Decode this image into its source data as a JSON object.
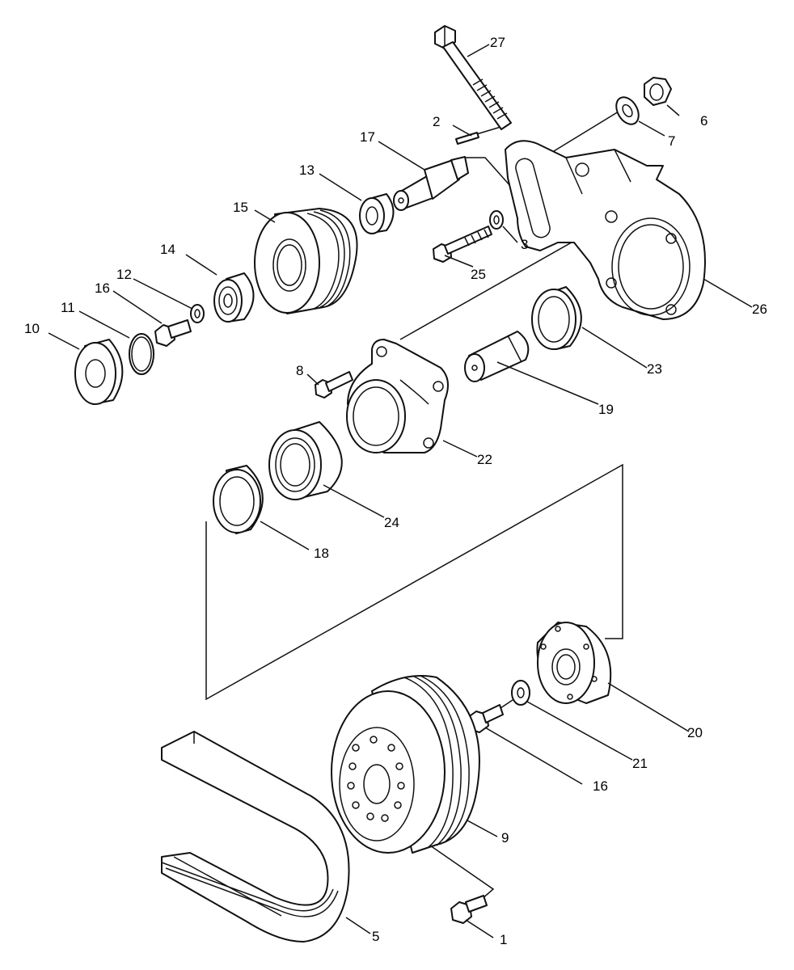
{
  "callouts": {
    "c1": "1",
    "c2": "2",
    "c3": "3",
    "c5": "5",
    "c6": "6",
    "c7": "7",
    "c8": "8",
    "c9": "9",
    "c10": "10",
    "c11": "11",
    "c12": "12",
    "c13": "13",
    "c14": "14",
    "c15": "15",
    "c16a": "16",
    "c16b": "16",
    "c17": "17",
    "c18": "18",
    "c19": "19",
    "c20": "20",
    "c21": "21",
    "c22": "22",
    "c23": "23",
    "c24": "24",
    "c25": "25",
    "c26": "26",
    "c27": "27"
  },
  "colors": {
    "line": "#111111",
    "background": "#ffffff"
  }
}
